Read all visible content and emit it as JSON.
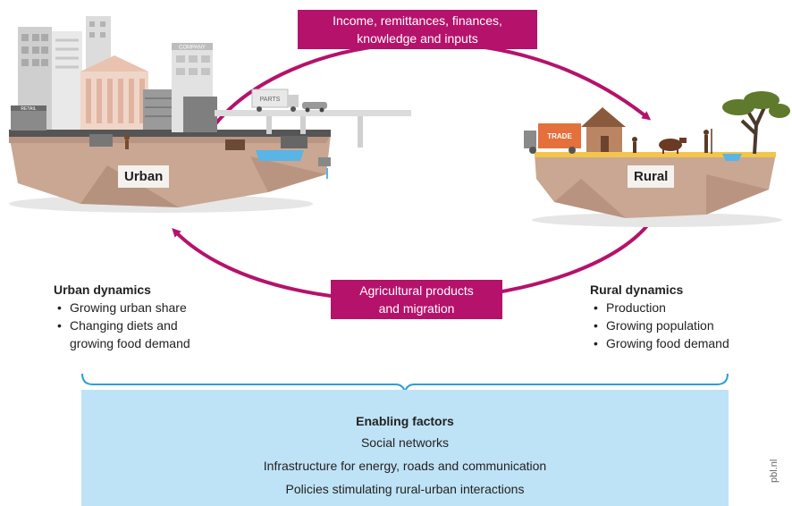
{
  "flows": {
    "top_label_line1": "Income, remittances, finances,",
    "top_label_line2": "knowledge and inputs",
    "bottom_label_line1": "Agricultural products",
    "bottom_label_line2": "and migration"
  },
  "islands": {
    "urban_label": "Urban",
    "rural_label": "Rural",
    "truck_urban_text": "PARTS",
    "truck_rural_text": "TRADE",
    "building_sign": "COMPANY",
    "shop_sign": "RETAIL"
  },
  "urban_dynamics": {
    "title": "Urban dynamics",
    "items": [
      "Growing urban share",
      "Changing diets and",
      "growing food demand"
    ]
  },
  "rural_dynamics": {
    "title": "Rural dynamics",
    "items": [
      "Production",
      "Growing population",
      "Growing food demand"
    ]
  },
  "enabling_factors": {
    "title": "Enabling factors",
    "line1": "Social networks",
    "line2": "Infrastructure for energy, roads and communication",
    "line3": "Policies stimulating rural-urban interactions"
  },
  "credit": "pbl.nl",
  "colors": {
    "flow_arrow": "#b5126b",
    "enabling_bg": "#bfe3f6",
    "bracket": "#2a9fd6",
    "ground": "#c9a792",
    "ground_dark": "#a98370"
  }
}
